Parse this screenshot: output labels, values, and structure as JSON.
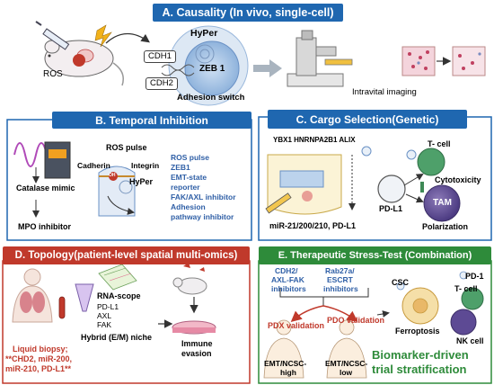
{
  "panels": {
    "a": {
      "header": "A. Causality (In vivo, single-cell)",
      "ros": "ROS",
      "hyper": "HyPer",
      "cdh1": "CDH1",
      "cdh2": "CDH2",
      "zeb1": "ZEB 1",
      "adhesion_switch": "Adhesion switch",
      "intravital": "Intravital imaging"
    },
    "b": {
      "header": "B. Temporal Inhibition",
      "catalase": "Catalase mimic",
      "mpo": "MPO inhibitor",
      "ros_pulse": "ROS pulse",
      "cadherin": "Cadherin",
      "integrin": "Integrin",
      "hyper": "HyPer",
      "oh": "OH",
      "list": [
        "ROS pulse",
        "ZEB1",
        "EMT-state",
        "reporter",
        "FAK/AXL inhibitor",
        "Adhesion",
        "pathway inhibitor"
      ]
    },
    "c": {
      "header": "C. Cargo Selection(Genetic)",
      "proteins": "YBX1 HNRNPA2B1 ALIX",
      "tcell": "T- cell",
      "cytotoxicity": "Cytotoxicity",
      "pdl1": "PD-L1",
      "tam": "TAM",
      "polarization": "Polarization",
      "mirna": "miR-21/200/210, PD-L1"
    },
    "d": {
      "header": "D. Topology(patient-level spatial multi-omics)",
      "rnascope": "RNA-scope",
      "markers": [
        "PD-L1",
        "AXL",
        "FAK"
      ],
      "hybrid": "Hybrid (E/M) niche",
      "immune": [
        "Immune",
        "evasion"
      ],
      "liquid": [
        "Liquid biopsy;",
        "**CHD2, miR-200,",
        "miR-210, PD-L1**"
      ]
    },
    "e": {
      "header": "E. Therapeutic Stress-Test (Combination)",
      "cdh2": [
        "CDH2/",
        "AXL-FAK",
        "inhibitors"
      ],
      "rab27": [
        "Rab27a/",
        "ESCRT",
        "inhibitors"
      ],
      "pdx": "PDX validation",
      "pdo": "PDO validation",
      "csc": "CSC",
      "pd1": "PD-1",
      "tcell": "T- cell",
      "ferroptosis": "Ferroptosis",
      "nk": "NK cell",
      "emt_high": [
        "EMT/NCSC-",
        "high"
      ],
      "emt_low": [
        "EMT/NCSC-",
        "low"
      ],
      "biomarker": [
        "Biomarker-driven",
        "trial stratification"
      ]
    }
  },
  "colors": {
    "blue_header": "#1f67b0",
    "red_header": "#c0392b",
    "green_header": "#2e8b3a",
    "list_blue": "#2f5fa6",
    "pulse_purple": "#b04ab8"
  }
}
